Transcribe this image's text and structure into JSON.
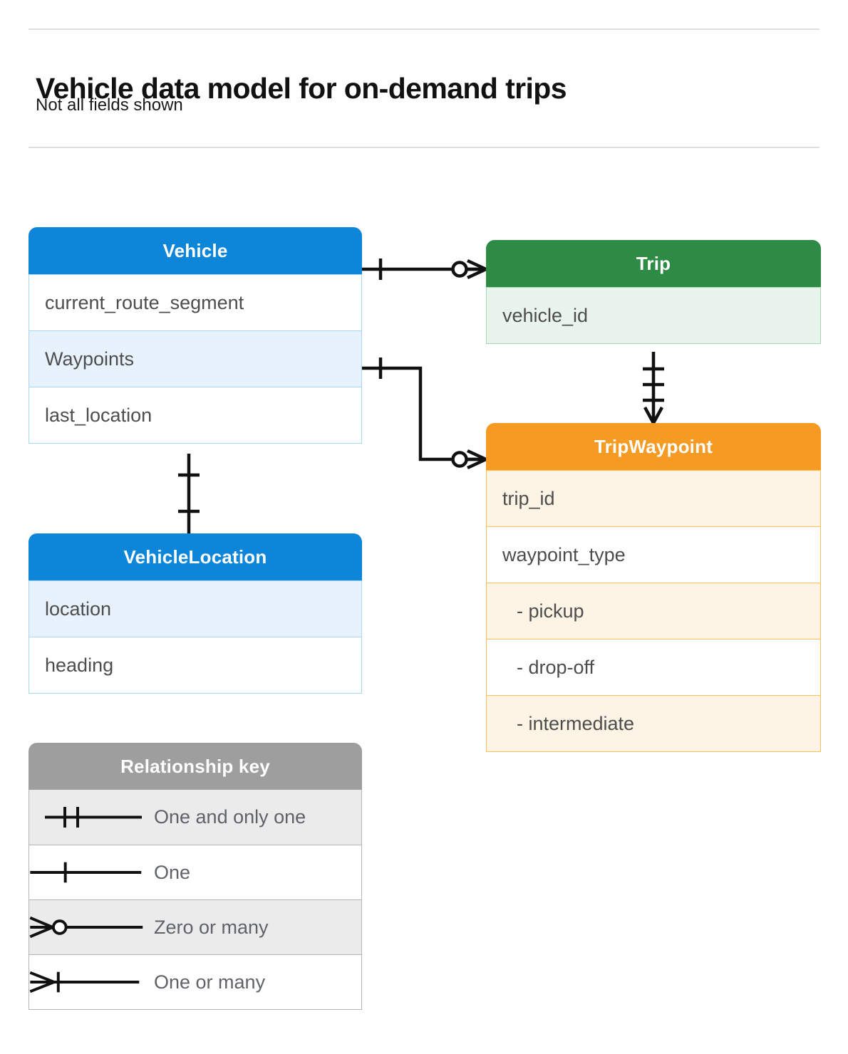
{
  "header": {
    "title": "Vehicle data model for on-demand trips",
    "subtitle": "Not all fields shown"
  },
  "entities": [
    {
      "id": "vehicle",
      "name": "Vehicle",
      "color": "#0d85d8",
      "border_color": "#a7d6f7",
      "tint_color": "#e8f2fd",
      "fields": [
        {
          "label": "current_route_segment",
          "tinted": false
        },
        {
          "label": "Waypoints",
          "tinted": true
        },
        {
          "label": "last_location",
          "tinted": false
        }
      ]
    },
    {
      "id": "trip",
      "name": "Trip",
      "color": "#2e8b46",
      "border_color": "#a8d7b2",
      "tint_color": "#e9f4ec",
      "fields": [
        {
          "label": "vehicle_id",
          "tinted": true
        }
      ]
    },
    {
      "id": "tripwaypoint",
      "name": "TripWaypoint",
      "color": "#f59a23",
      "border_color": "#fbc158",
      "tint_color": "#fdf4e5",
      "fields": [
        {
          "label": "trip_id",
          "tinted": true
        },
        {
          "label": "waypoint_type",
          "tinted": false
        },
        {
          "label": "-  pickup",
          "tinted": true
        },
        {
          "label": "-  drop-off",
          "tinted": false
        },
        {
          "label": "-  intermediate",
          "tinted": true
        }
      ]
    },
    {
      "id": "vehiclelocation",
      "name": "VehicleLocation",
      "color": "#0d85d8",
      "border_color": "#a7d6f7",
      "tint_color": "#e8f2fd",
      "fields": [
        {
          "label": "location",
          "tinted": true
        },
        {
          "label": "heading",
          "tinted": false
        }
      ]
    }
  ],
  "legend": {
    "title": "Relationship key",
    "color": "#9e9e9e",
    "rows": [
      {
        "label": "One and only one",
        "symbol": "one-and-only-one-symbol",
        "tinted": true
      },
      {
        "label": "One",
        "symbol": "one-symbol",
        "tinted": false
      },
      {
        "label": "Zero or many",
        "symbol": "zero-or-many-symbol",
        "tinted": true
      },
      {
        "label": "One or many",
        "symbol": "one-or-many-symbol",
        "tinted": false
      }
    ]
  },
  "relationships": [
    {
      "id": "vehicle-to-trip",
      "from": "Vehicle",
      "to": "Trip",
      "from_cardinality": "One",
      "to_cardinality": "Zero or many"
    },
    {
      "id": "vehicle-waypoints-to-tripwaypoint",
      "from": "Vehicle.Waypoints",
      "to": "TripWaypoint",
      "from_cardinality": "One",
      "to_cardinality": "Zero or many"
    },
    {
      "id": "trip-to-tripwaypoint",
      "from": "Trip",
      "to": "TripWaypoint",
      "from_cardinality": "One and only one",
      "to_cardinality": "One or many"
    },
    {
      "id": "vehicle-to-vehiclelocation",
      "from": "Vehicle",
      "to": "VehicleLocation",
      "from_cardinality": "One",
      "to_cardinality": "One"
    }
  ]
}
